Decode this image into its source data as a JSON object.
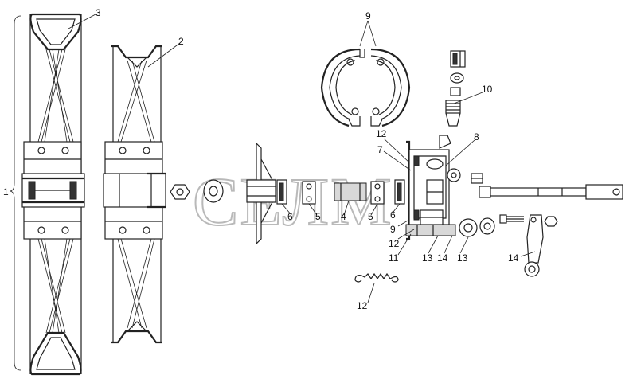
{
  "watermark": "СЕЛМ",
  "labels": {
    "l1": "1",
    "l2": "2",
    "l3": "3",
    "l4": "4",
    "l5a": "5",
    "l5b": "5",
    "l6a": "6",
    "l6b": "6",
    "l7": "7",
    "l8": "8",
    "l9a": "9",
    "l9b": "9",
    "l10": "10",
    "l11": "11",
    "l12a": "12",
    "l12b": "12",
    "l12c": "12",
    "l13a": "13",
    "l13b": "13",
    "l14a": "14",
    "l14b": "14"
  }
}
